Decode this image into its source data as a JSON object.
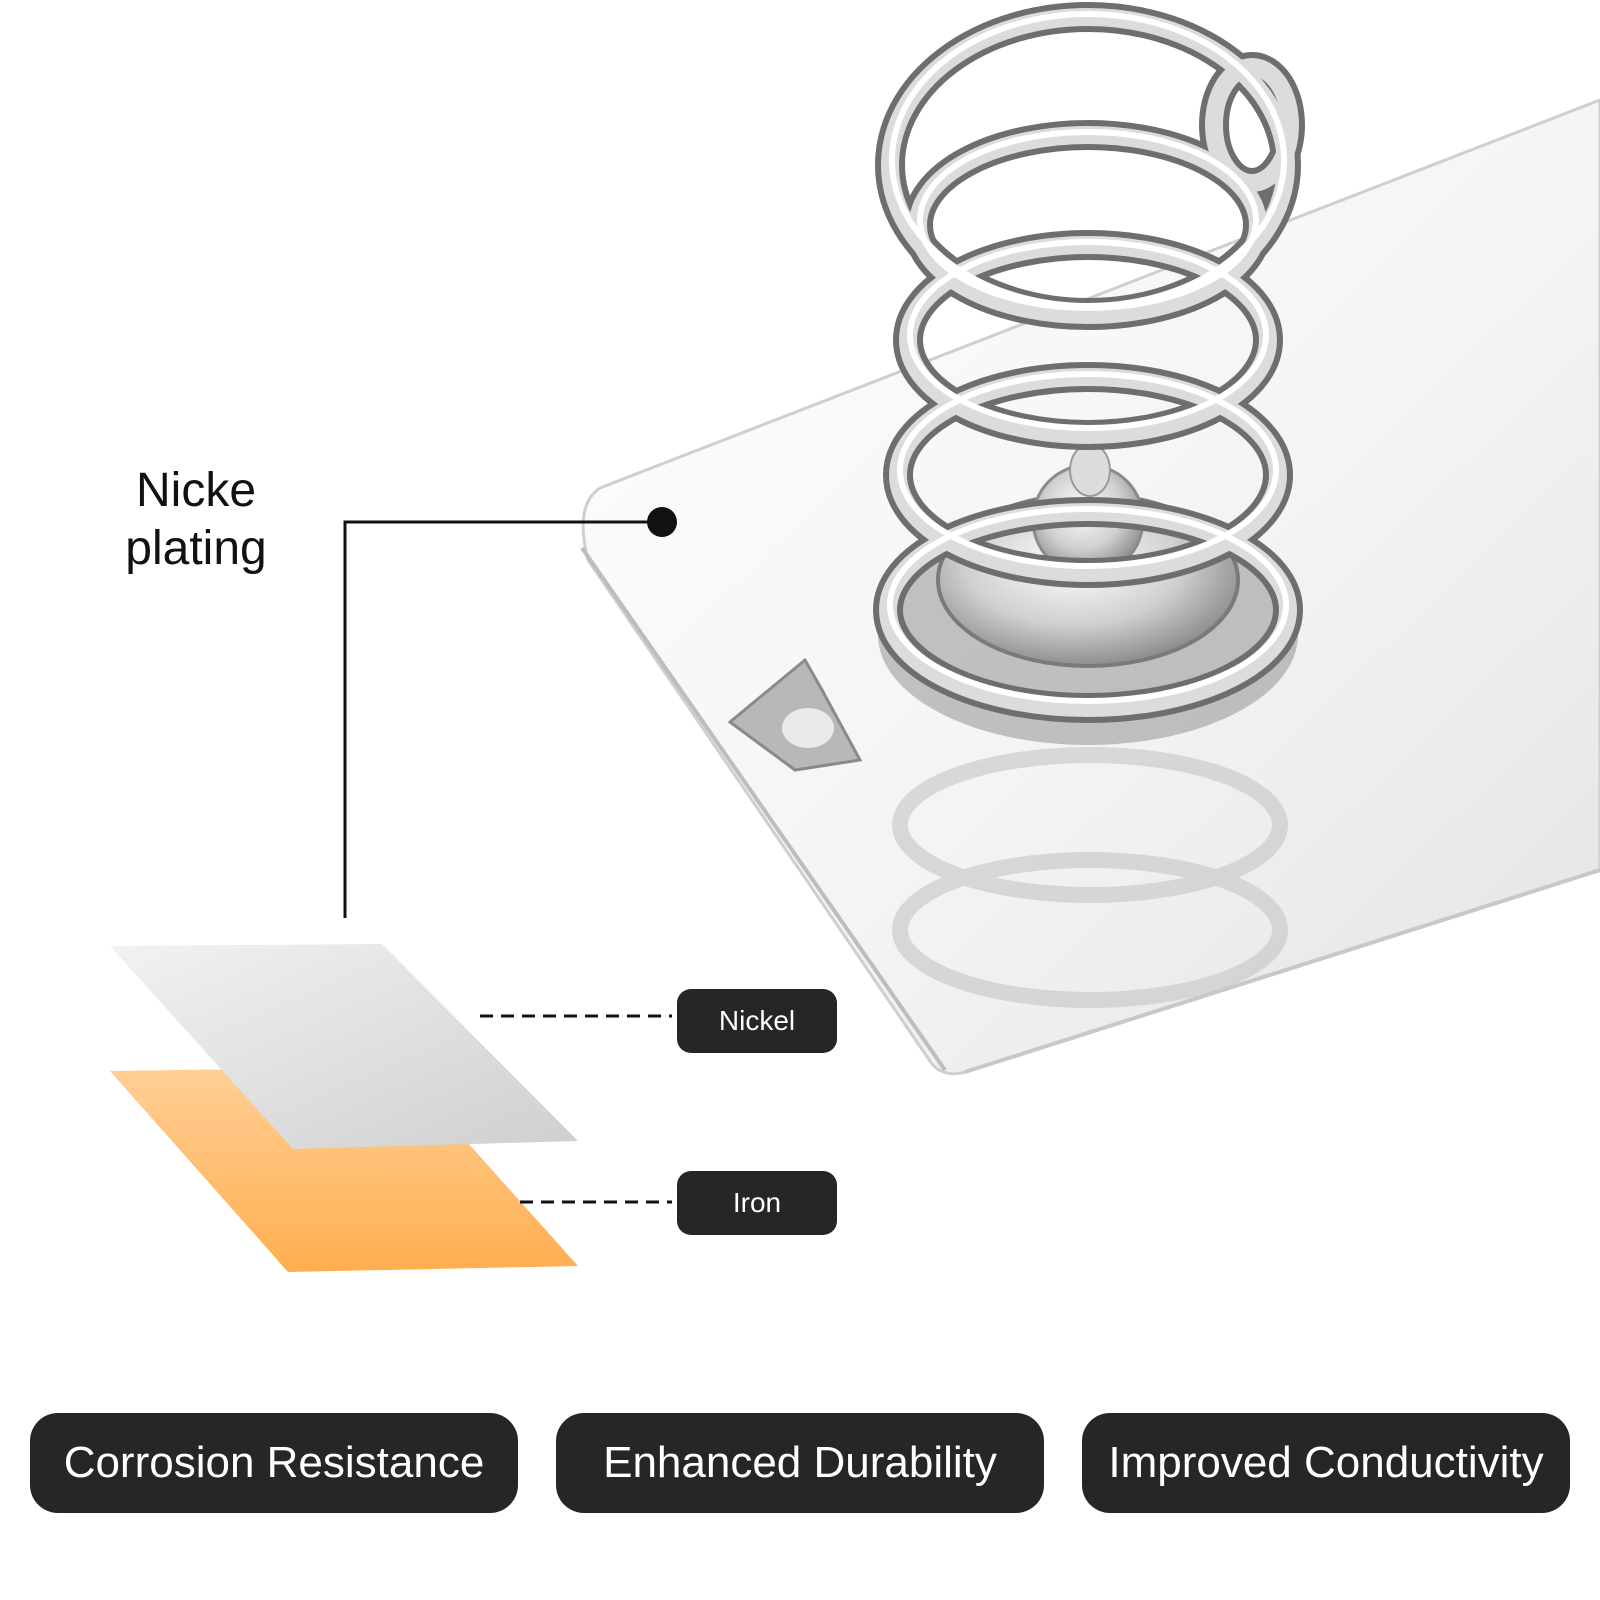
{
  "callout": {
    "line1": "Nicke",
    "line2": "plating"
  },
  "layers": [
    {
      "label": "Nickel",
      "color": "#d8d8d8"
    },
    {
      "label": "Iron",
      "color": "#ffb65c"
    }
  ],
  "features": [
    {
      "label": "Corrosion Resistance"
    },
    {
      "label": "Enhanced Durability"
    },
    {
      "label": "Improved Conductivity"
    }
  ],
  "colors": {
    "tag_background": "#262626",
    "tag_text": "#ffffff",
    "metal": "#c4c4c4"
  }
}
